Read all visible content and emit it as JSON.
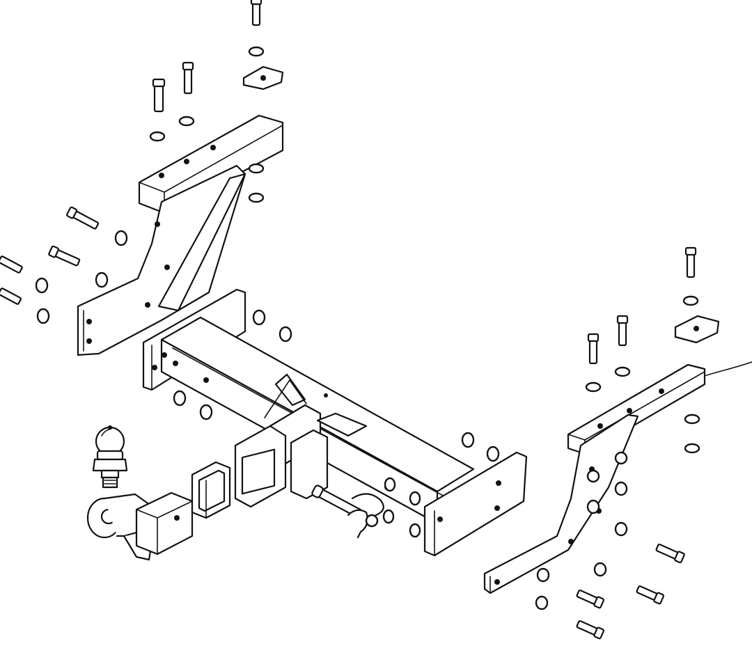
{
  "diagram": {
    "type": "exploded-assembly-line-drawing",
    "subject": "tow-hitch-kit",
    "stroke_color": "#111111",
    "background_color": "#ffffff",
    "parts": [
      "crossmember-receiver-tube",
      "left-mounting-bracket",
      "right-mounting-bracket",
      "tow-ball",
      "ball-mount-drawbar",
      "receiver-cover-cap",
      "hitch-pin-and-clip",
      "spacer-plates",
      "bolts",
      "nuts-and-washers",
      "wiring-lead"
    ]
  }
}
